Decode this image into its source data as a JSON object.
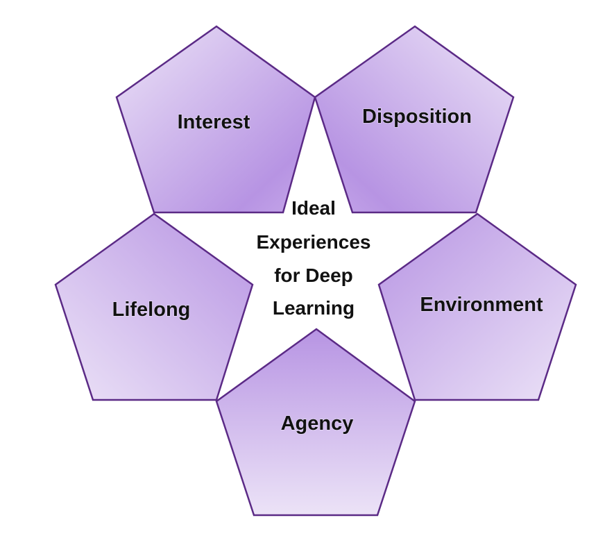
{
  "center": {
    "lines": [
      "Ideal",
      "Experiences",
      "for Deep",
      "Learning"
    ]
  },
  "pentagons": [
    {
      "label": "Interest"
    },
    {
      "label": "Disposition"
    },
    {
      "label": "Lifelong"
    },
    {
      "label": "Environment"
    },
    {
      "label": "Agency"
    }
  ],
  "colors": {
    "outline": "#5b2a86",
    "fill_light": "#ece3f7",
    "fill_dark": "#b794e3"
  }
}
